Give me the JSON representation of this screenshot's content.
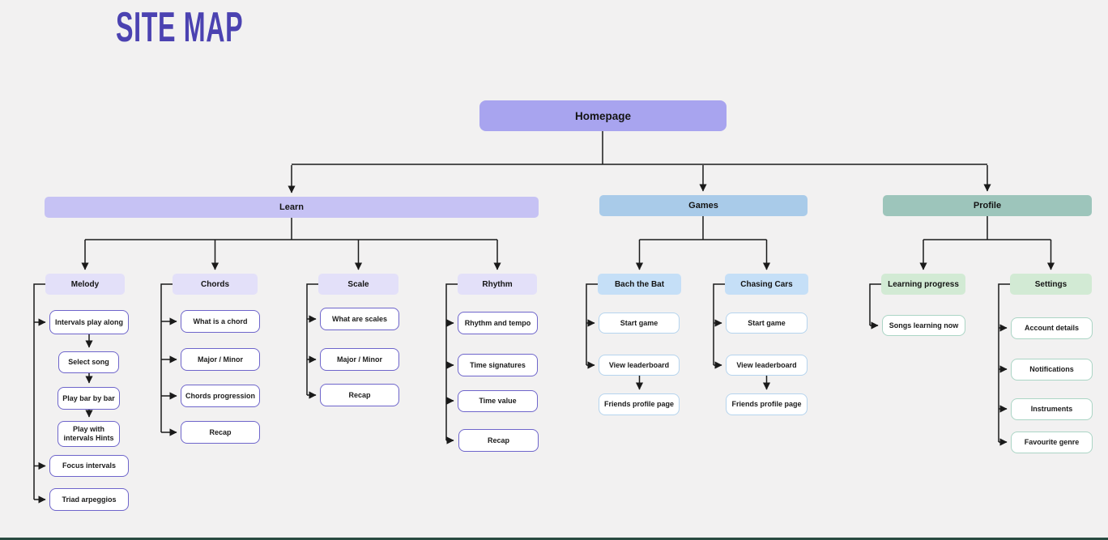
{
  "page": {
    "title": "SITE MAP"
  },
  "palette": {
    "background": "#f2f1f1",
    "title_text": "#4b42b1",
    "homepage_fill": "#a8a4ef",
    "learn_fill": "#c6c2f4",
    "learn_sub_fill": "#e3e0f9",
    "learn_leaf_border": "#6e65cb",
    "games_fill": "#a9cbe9",
    "games_sub_fill": "#c5dff7",
    "games_leaf_border": "#b5d4ee",
    "profile_fill": "#9dc5bb",
    "profile_sub_fill": "#d2ead4",
    "profile_leaf_border": "#abd5c5",
    "line_color": "#1a1a1a",
    "footer_bar": "#294b41"
  },
  "tree": {
    "root": {
      "label": "Homepage"
    },
    "sections": [
      {
        "label": "Learn",
        "columns": [
          {
            "label": "Melody",
            "items": [
              {
                "label": "Intervals play along"
              },
              {
                "label": "Select song"
              },
              {
                "label": "Play bar by bar"
              },
              {
                "label": "Play with intervals Hints"
              },
              {
                "label": "Focus intervals"
              },
              {
                "label": "Triad arpeggios"
              }
            ]
          },
          {
            "label": "Chords",
            "items": [
              {
                "label": "What is a chord"
              },
              {
                "label": "Major / Minor"
              },
              {
                "label": "Chords progression"
              },
              {
                "label": "Recap"
              }
            ]
          },
          {
            "label": "Scale",
            "items": [
              {
                "label": "What are scales"
              },
              {
                "label": "Major / Minor"
              },
              {
                "label": "Recap"
              }
            ]
          },
          {
            "label": "Rhythm",
            "items": [
              {
                "label": "Rhythm and tempo"
              },
              {
                "label": "Time signatures"
              },
              {
                "label": "Time value"
              },
              {
                "label": "Recap"
              }
            ]
          }
        ]
      },
      {
        "label": "Games",
        "columns": [
          {
            "label": "Bach the Bat",
            "items": [
              {
                "label": "Start game"
              },
              {
                "label": "View leaderboard"
              },
              {
                "label": "Friends profile page"
              }
            ]
          },
          {
            "label": "Chasing Cars",
            "items": [
              {
                "label": "Start game"
              },
              {
                "label": "View leaderboard"
              },
              {
                "label": "Friends profile page"
              }
            ]
          }
        ]
      },
      {
        "label": "Profile",
        "columns": [
          {
            "label": "Learning progress",
            "items": [
              {
                "label": "Songs learning now"
              }
            ]
          },
          {
            "label": "Settings",
            "items": [
              {
                "label": "Account details"
              },
              {
                "label": "Notifications"
              },
              {
                "label": "Instruments"
              },
              {
                "label": "Favourite genre"
              }
            ]
          }
        ]
      }
    ]
  }
}
